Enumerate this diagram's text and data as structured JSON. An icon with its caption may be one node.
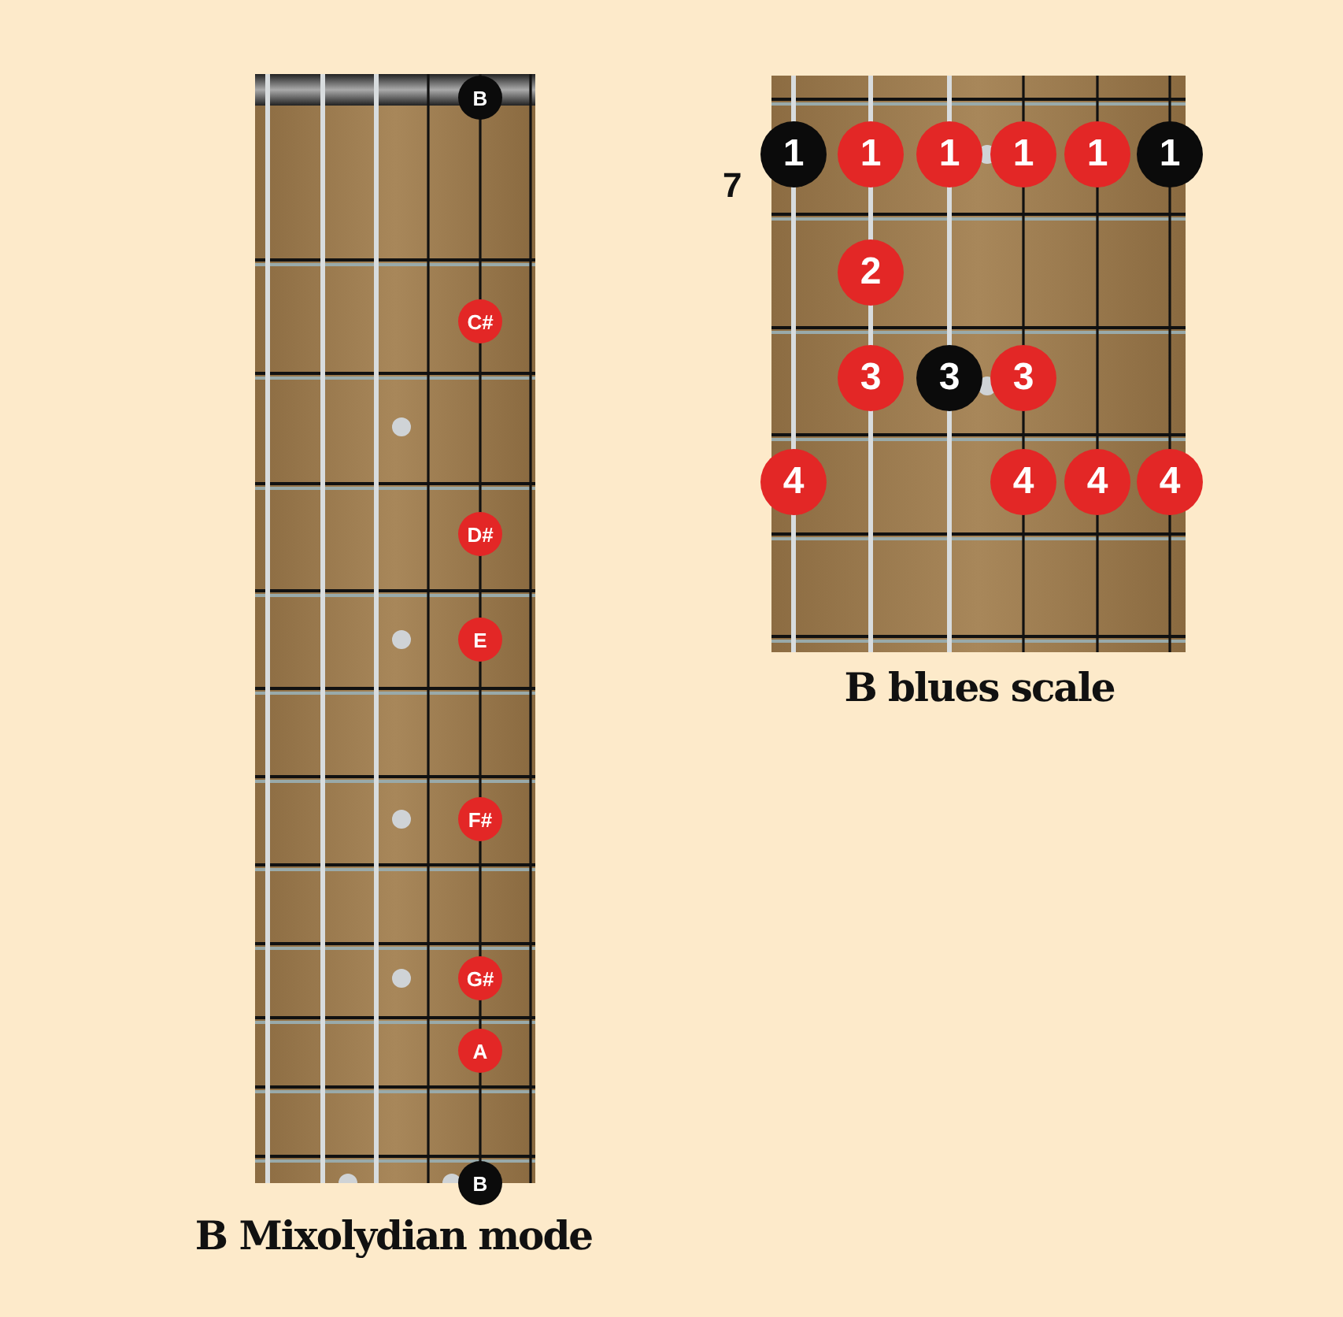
{
  "diagram": {
    "nodes": [
      {
        "text": [
          "B Mixolydian mode"
        ]
      },
      {
        "text": [
          "B"
        ],
        "in": 0
      },
      {
        "text": [
          "C#"
        ],
        "in": 0
      },
      {
        "text": [
          "D#"
        ],
        "in": 0
      },
      {
        "text": [
          "E"
        ],
        "in": 0
      },
      {
        "text": [
          "F#"
        ],
        "in": 0
      },
      {
        "text": [
          "G#"
        ],
        "in": 0
      },
      {
        "text": [
          "A"
        ],
        "in": 0
      },
      {
        "text": [
          "B"
        ],
        "in": 0
      },
      {
        "text": [
          "B blues scale"
        ],
        "beside": [
          "7"
        ]
      },
      {
        "text": [
          "1"
        ],
        "in": 9
      },
      {
        "text": [
          "1"
        ],
        "in": 9
      },
      {
        "text": [
          "1"
        ],
        "in": 9
      },
      {
        "text": [
          "1"
        ],
        "in": 9
      },
      {
        "text": [
          "1"
        ],
        "in": 9
      },
      {
        "text": [
          "1"
        ],
        "in": 9
      },
      {
        "text": [
          "2"
        ],
        "in": 9
      },
      {
        "text": [
          "3"
        ],
        "in": 9
      },
      {
        "text": [
          "3"
        ],
        "in": 9
      },
      {
        "text": [
          "3"
        ],
        "in": 9
      },
      {
        "text": [
          "4"
        ],
        "in": 9
      },
      {
        "text": [
          "4"
        ],
        "in": 9
      },
      {
        "text": [
          "4"
        ],
        "in": 9
      },
      {
        "text": [
          "4"
        ],
        "in": 9
      }
    ]
  }
}
